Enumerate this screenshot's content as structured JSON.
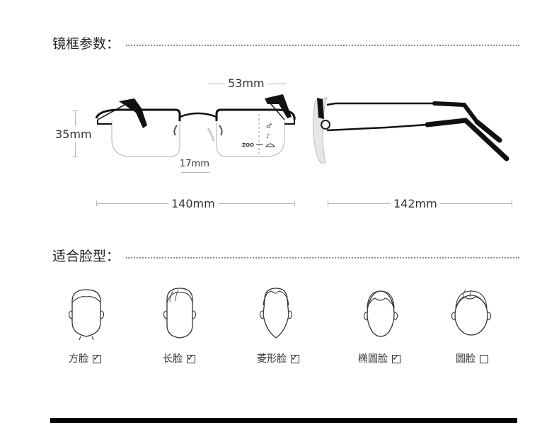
{
  "frame_section": {
    "title": "镜框参数："
  },
  "dimensions": {
    "lens_width": "53mm",
    "lens_height": "35mm",
    "bridge": "17mm",
    "frame_width": "140mm",
    "temple_length": "142mm"
  },
  "lens_marks": {
    "zoom": "ZOO"
  },
  "face_section": {
    "title": "适合脸型："
  },
  "faces": [
    {
      "label": "方脸",
      "check_mark": "✓"
    },
    {
      "label": "长脸",
      "check_mark": "✓"
    },
    {
      "label": "菱形脸",
      "check_mark": "✓"
    },
    {
      "label": "椭圆脸",
      "check_mark": "✓"
    },
    {
      "label": "圆脸",
      "check_mark": ""
    }
  ]
}
